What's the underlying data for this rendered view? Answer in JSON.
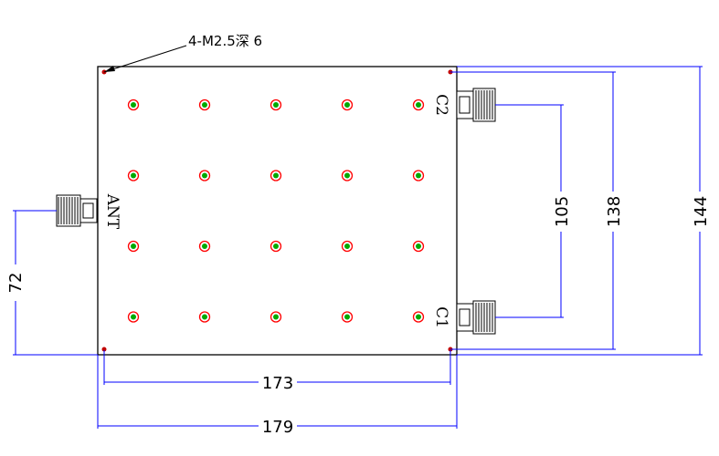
{
  "callout": {
    "text": "4-M2.5深 6"
  },
  "connectors": {
    "ant": {
      "label": "ANT"
    },
    "c2": {
      "label": "C2"
    },
    "c1": {
      "label": "C1"
    }
  },
  "dimensions": {
    "inner_width": "173",
    "outer_width": "179",
    "ant_height": "72",
    "c_spacing": "105",
    "hole_height": "138",
    "outer_height": "144"
  },
  "colors": {
    "line": "#000000",
    "dim_line": "#0000ff",
    "tuning_ring": "#ff0000",
    "tuning_center": "#00aa00"
  },
  "tuning_grid": {
    "rows": 4,
    "cols": 5
  }
}
